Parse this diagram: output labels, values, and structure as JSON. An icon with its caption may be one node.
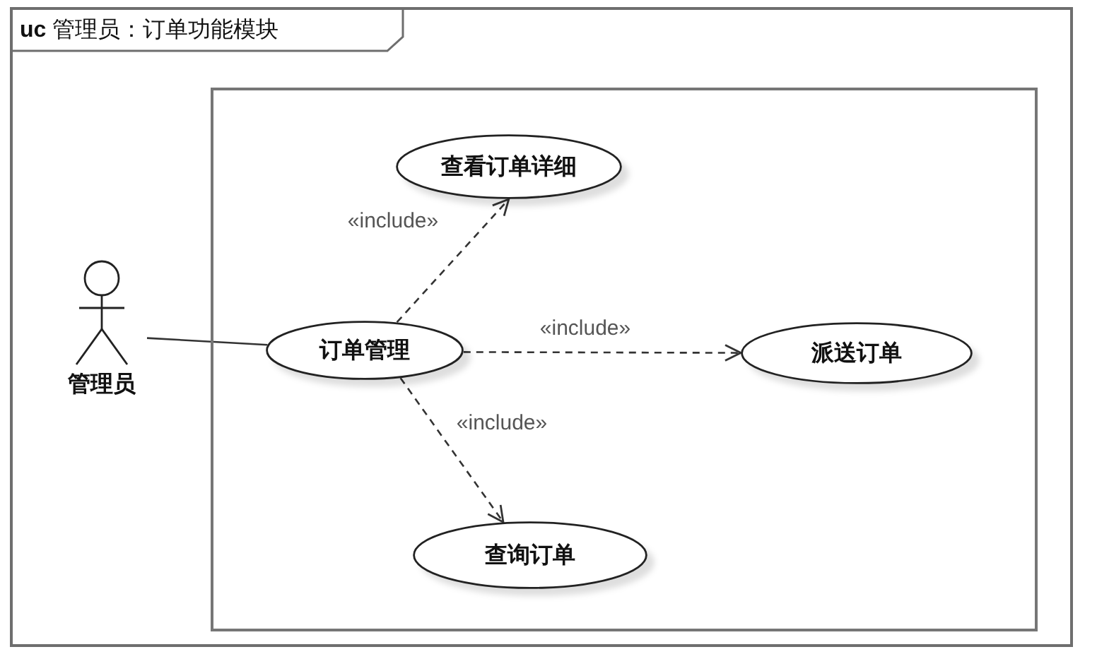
{
  "diagram": {
    "nodes": [
      {
        "text": [
          "**uc** 管理员：订单功能模块"
        ]
      },
      {
        "text": [
          "管理员"
        ],
        "in": 0
      },
      {
        "text": [],
        "shape": "box",
        "in": 0
      },
      {
        "text": [
          "查看订单详细"
        ],
        "in": 2
      },
      {
        "text": [
          "订单管理"
        ],
        "in": 2
      },
      {
        "text": [
          "派送订单"
        ],
        "in": 2
      },
      {
        "text": [
          "查询订单"
        ],
        "in": 2
      }
    ],
    "edges": [
      {
        "from": 1,
        "to": 4,
        "arrow": "none"
      },
      {
        "from": 4,
        "to": 3,
        "arrow": "to",
        "label": "«include»",
        "style": "dashed"
      },
      {
        "from": 4,
        "to": 5,
        "arrow": "to",
        "label": "«include»",
        "style": "dashed"
      },
      {
        "from": 4,
        "to": 6,
        "arrow": "to",
        "label": "«include»",
        "style": "dashed"
      }
    ]
  }
}
